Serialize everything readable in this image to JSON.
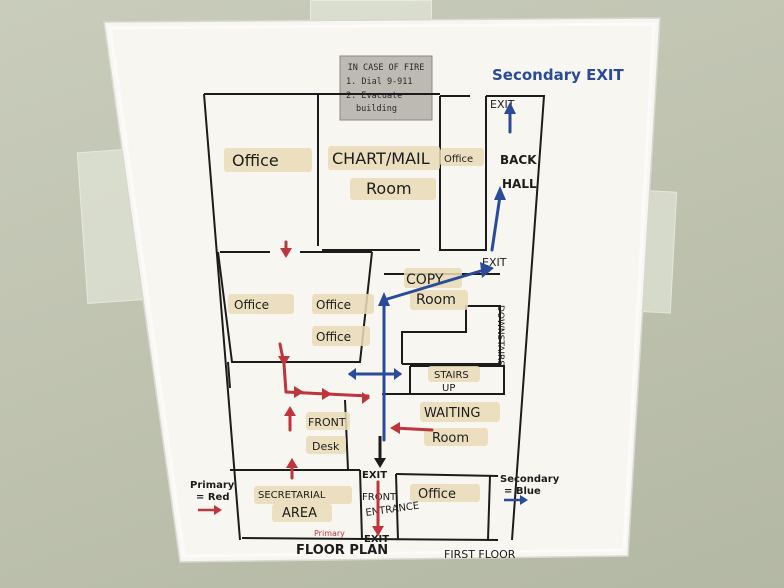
{
  "sign": {
    "line1": "IN CASE OF FIRE",
    "line2": "1. Dial 9-911",
    "line3": "2. Evacuate",
    "line4": "building"
  },
  "rooms": {
    "office_top_left": "Office",
    "chart_mail_1": "CHART/MAIL",
    "chart_mail_2": "Room",
    "office_top_small": "Office",
    "back_hall_1": "BACK",
    "back_hall_2": "HALL",
    "office_mid_left": "Office",
    "office_mid_1": "Office",
    "office_mid_2": "Office",
    "copy_room_1": "COPY",
    "copy_room_2": "Room",
    "downstairs": "DOWNSTAIRS",
    "stairs_up_1": "STAIRS",
    "stairs_up_2": "UP",
    "front_desk_1": "FRONT",
    "front_desk_2": "Desk",
    "waiting_room_1": "WAITING",
    "waiting_room_2": "Room",
    "secretarial_1": "SECRETARIAL",
    "secretarial_2": "AREA",
    "front_entrance_1": "FRONT",
    "front_entrance_2": "ENTRANCE",
    "office_bottom_right": "Office"
  },
  "exits": {
    "top": "EXIT",
    "right": "EXIT",
    "front_top": "EXIT",
    "front_bottom": "EXIT",
    "primary_tag": "Primary"
  },
  "headings": {
    "secondary_exit": "Secondary EXIT",
    "floor_plan": "FLOOR PLAN",
    "first_floor": "FIRST FLOOR"
  },
  "legend": {
    "primary_1": "Primary",
    "primary_2": "= Red",
    "secondary_1": "Secondary",
    "secondary_2": "= Blue"
  },
  "colors": {
    "primary_route": "#c0343c",
    "secondary_route": "#2a4a9a",
    "ink": "#1c1c1c",
    "tape": "#e9dcb8"
  }
}
